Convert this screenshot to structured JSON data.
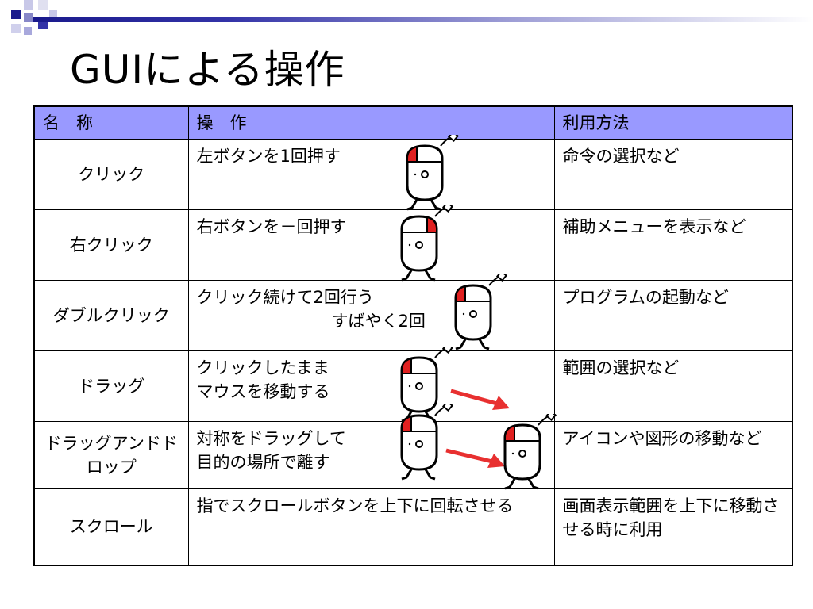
{
  "title": "GUIによる操作",
  "table": {
    "headers": [
      "名　称",
      "操　作",
      "利用方法"
    ],
    "rows": [
      {
        "name": "クリック",
        "op": [
          "左ボタンを1回押す"
        ],
        "use": "命令の選択など"
      },
      {
        "name": "右クリック",
        "op": [
          "右ボタンを－回押す"
        ],
        "use": "補助メニューを表示など"
      },
      {
        "name": "ダブルクリック",
        "op": [
          "クリック続けて2回行う",
          "すばやく2回"
        ],
        "use": "プログラムの起動など"
      },
      {
        "name": "ドラッグ",
        "op": [
          "クリックしたまま",
          "マウスを移動する"
        ],
        "use": "範囲の選択など"
      },
      {
        "name": "ドラッグアンドドロップ",
        "op": [
          "対称をドラッグして",
          "目的の場所で離す"
        ],
        "use": "アイコンや図形の移動など"
      },
      {
        "name": "スクロール",
        "op": [
          "指でスクロールボタンを上下に回転させる"
        ],
        "use": "画面表示範囲を上下に移動させる時に利用"
      }
    ]
  },
  "colors": {
    "header_bg": "#9999ff",
    "mouse_button": "#e02020",
    "arrow": "#e83030",
    "title_bar_dark": "#1a1a8c"
  },
  "icons": [
    "mouse-icon",
    "right-arrow-icon"
  ]
}
